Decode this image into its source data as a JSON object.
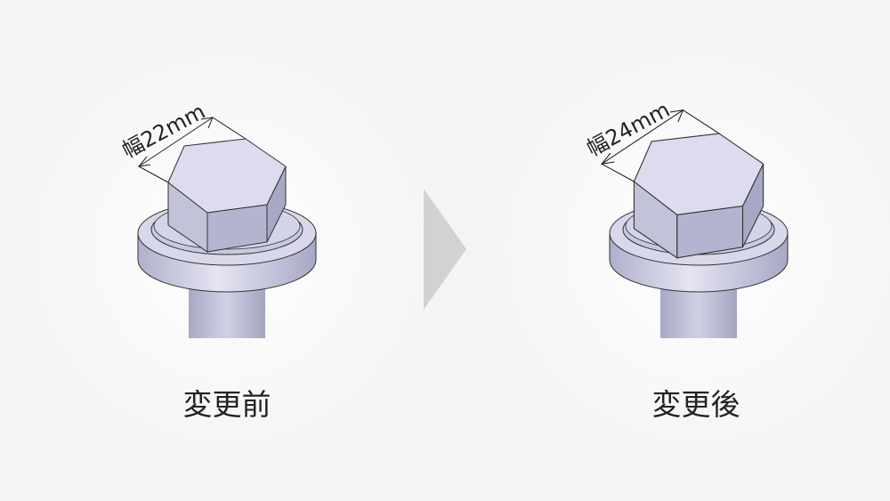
{
  "before": {
    "label": "変更前",
    "dimension": "幅22mm"
  },
  "after": {
    "label": "変更後",
    "dimension": "幅24mm"
  },
  "colors": {
    "bolt_light": "#dcdcee",
    "bolt_mid": "#c4c4dc",
    "bolt_dark": "#a8a8c4",
    "arrow": "#d2d2d2"
  }
}
